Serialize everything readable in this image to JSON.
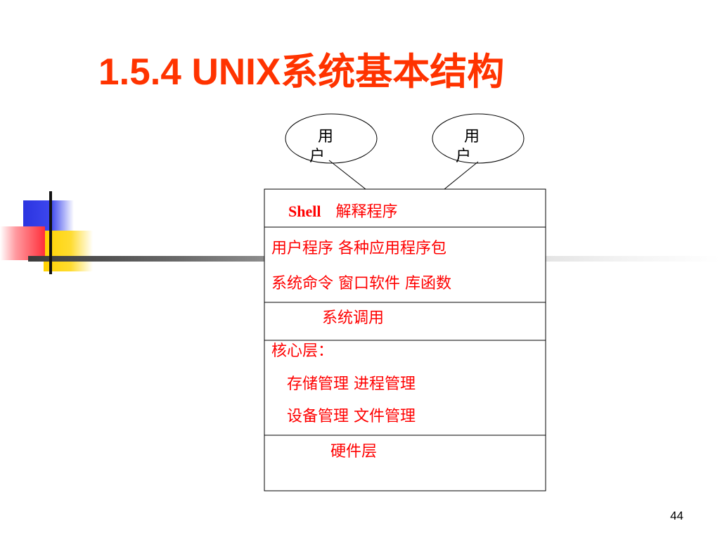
{
  "slide": {
    "title": "1.5.4 UNIX系统基本结构",
    "page_number": "44"
  },
  "diagram": {
    "users": [
      {
        "label": "用户"
      },
      {
        "label": "用户"
      }
    ],
    "layers": {
      "shell": {
        "keyword": "Shell",
        "text": "解释程序"
      },
      "user_programs": {
        "line1": "用户程序  各种应用程序包",
        "line2": "系统命令  窗口软件  库函数"
      },
      "syscall": {
        "text": "系统调用"
      },
      "kernel": {
        "heading": "核心层：",
        "line1": "存储管理   进程管理",
        "line2": "设备管理   文件管理"
      },
      "hardware": {
        "text": "硬件层"
      }
    }
  },
  "colors": {
    "title": "#ff3300",
    "layer_text": "#ff0000",
    "box_border": "#000000"
  }
}
